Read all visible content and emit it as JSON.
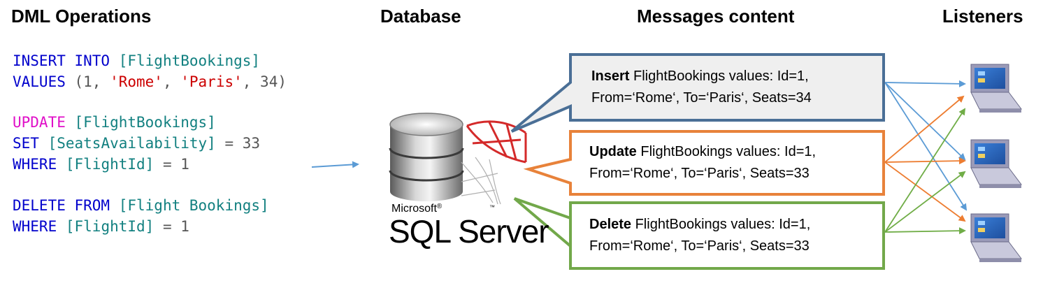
{
  "headings": {
    "dml": "DML Operations",
    "database": "Database",
    "messages": "Messages content",
    "listeners": "Listeners"
  },
  "code": {
    "insert": {
      "kw1": "INSERT INTO",
      "table": "[FlightBookings]",
      "values_kw": "VALUES",
      "open": "(1, ",
      "v1": "'Rome'",
      "sep": ", ",
      "v2": "'Paris'",
      "close": ", 34)"
    },
    "update": {
      "kw1": "UPDATE",
      "table": "[FlightBookings]",
      "set_kw": "SET",
      "col": "[SeatsAvailability]",
      "assign": " = 33",
      "where_kw": "WHERE",
      "where_col": "[FlightId]",
      "where_val": " = 1"
    },
    "delete": {
      "kw1": "DELETE FROM",
      "table": "[Flight Bookings]",
      "where_kw": "WHERE",
      "where_col": "[FlightId]",
      "where_val": " = 1"
    }
  },
  "logo": {
    "brand": "Microsoft",
    "reg": "®",
    "product": "SQL Server",
    "tm": "™"
  },
  "messages": [
    {
      "op": "Insert",
      "line1": " FlightBookings values: Id=1,",
      "line2": "From=‘Rome‘, To=‘Paris‘, Seats=34",
      "border": "#4a6f96",
      "fill": "#efefef"
    },
    {
      "op": "Update",
      "line1": " FlightBookings values: Id=1,",
      "line2": "From=‘Rome‘, To=‘Paris‘, Seats=33",
      "border": "#e8823a",
      "fill": "#ffffff"
    },
    {
      "op": "Delete",
      "line1": " FlightBookings values: Id=1,",
      "line2": "From=‘Rome‘, To=‘Paris‘, Seats=33",
      "border": "#72a84a",
      "fill": "#ffffff"
    }
  ],
  "colors": {
    "arrow_main": "#5b9bd5",
    "insert_arrows": "#5b9bd5",
    "update_arrows": "#ed7d31",
    "delete_arrows": "#70ad47"
  },
  "icons": [
    "database-cylinder-icon",
    "sql-server-logo-icon",
    "laptop-icon"
  ]
}
